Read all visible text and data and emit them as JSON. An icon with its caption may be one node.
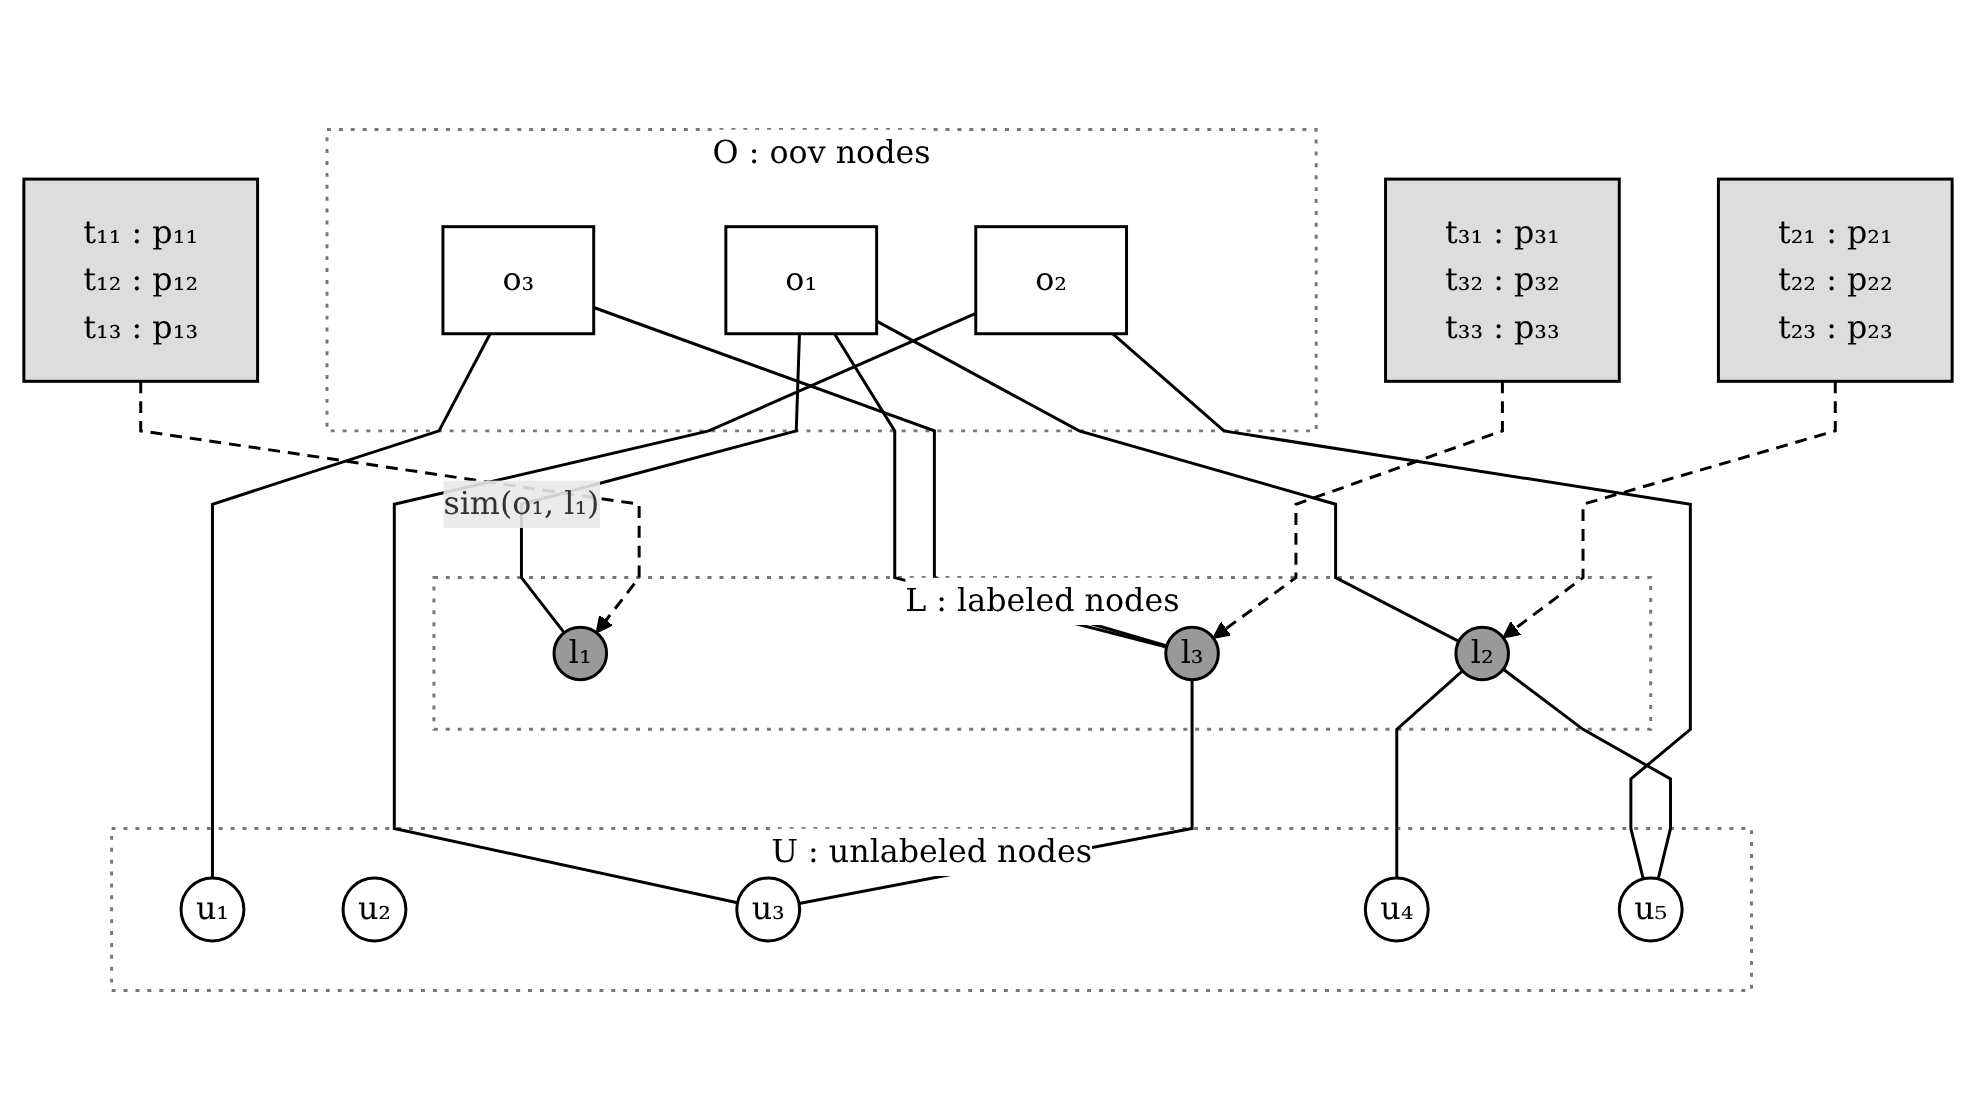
{
  "diagram": {
    "nodes": [
      {
        "text": [
          "O : oov nodes"
        ]
      },
      {
        "text": [
          "o₁"
        ],
        "in": 0
      },
      {
        "text": [
          "o₂"
        ],
        "in": 0
      },
      {
        "text": [
          "o₃"
        ],
        "in": 0
      },
      {
        "text": [
          "L : labeled nodes"
        ]
      },
      {
        "text": [
          "l₁"
        ],
        "in": 4
      },
      {
        "text": [
          "l₂"
        ],
        "in": 4
      },
      {
        "text": [
          "l₃"
        ],
        "in": 4
      },
      {
        "text": [
          "U : unlabeled nodes"
        ]
      },
      {
        "text": [
          "u₁"
        ],
        "in": 8
      },
      {
        "text": [
          "u₂"
        ],
        "in": 8
      },
      {
        "text": [
          "u₃"
        ],
        "in": 8
      },
      {
        "text": [
          "u₄"
        ],
        "in": 8
      },
      {
        "text": [
          "u₅"
        ],
        "in": 8
      },
      {
        "text": [
          "t₁₁ : p₁₁",
          "t₁₂ : p₁₂",
          "t₁₃ : p₁₃"
        ]
      },
      {
        "text": [
          "t₂₁ : p₂₁",
          "t₂₂ : p₂₂",
          "t₂₃ : p₂₃"
        ]
      },
      {
        "text": [
          "t₃₁ : p₃₁",
          "t₃₂ : p₃₂",
          "t₃₃ : p₃₃"
        ]
      }
    ],
    "edges": [
      {
        "from": 1,
        "to": 5,
        "arrow": "none",
        "label": "sim(o₁, l₁)"
      },
      {
        "from": 1,
        "to": 6,
        "arrow": "none"
      },
      {
        "from": 1,
        "to": 7,
        "arrow": "none"
      },
      {
        "from": 2,
        "to": 11,
        "arrow": "none"
      },
      {
        "from": 2,
        "to": 13,
        "arrow": "none"
      },
      {
        "from": 3,
        "to": 7,
        "arrow": "none"
      },
      {
        "from": 3,
        "to": 9,
        "arrow": "none"
      },
      {
        "from": 6,
        "to": 12,
        "arrow": "none"
      },
      {
        "from": 6,
        "to": 13,
        "arrow": "none"
      },
      {
        "from": 7,
        "to": 11,
        "arrow": "none"
      },
      {
        "from": 14,
        "to": 5,
        "arrow": "to",
        "style": "dashed"
      },
      {
        "from": 15,
        "to": 6,
        "arrow": "to",
        "style": "dashed"
      },
      {
        "from": 16,
        "to": 7,
        "arrow": "to",
        "style": "dashed"
      }
    ]
  }
}
